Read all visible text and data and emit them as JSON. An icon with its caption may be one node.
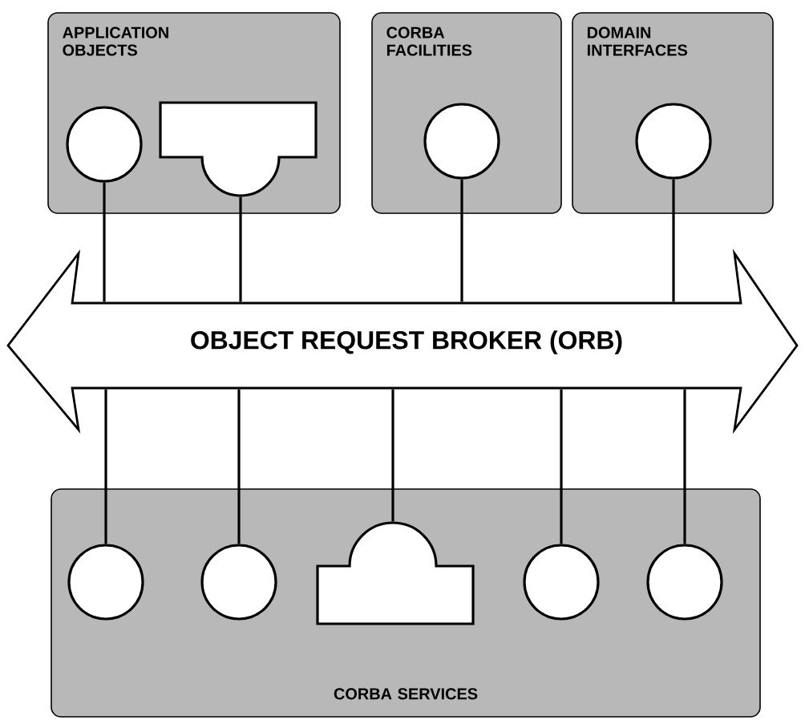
{
  "diagram": {
    "nodes": [
      {
        "text": [
          "APPLICATION OBJECTS"
        ]
      },
      {
        "text": [],
        "shape": "circle",
        "in": 0
      },
      {
        "text": [],
        "shape": "box",
        "in": 0
      },
      {
        "text": [
          "CORBA FACILITIES"
        ]
      },
      {
        "text": [],
        "shape": "circle",
        "in": 3
      },
      {
        "text": [
          "DOMAIN INTERFACES"
        ]
      },
      {
        "text": [],
        "shape": "circle",
        "in": 5
      },
      {
        "text": [
          "OBJECT REQUEST BROKER (ORB)"
        ]
      },
      {
        "text": [
          "CORBA SERVICES"
        ]
      },
      {
        "text": [],
        "shape": "circle",
        "in": 8
      },
      {
        "text": [],
        "shape": "circle",
        "in": 8
      },
      {
        "text": [],
        "shape": "box",
        "in": 8
      },
      {
        "text": [],
        "shape": "circle",
        "in": 8
      },
      {
        "text": [],
        "shape": "circle",
        "in": 8
      }
    ],
    "edges": [
      {
        "from": 1,
        "to": 7,
        "arrow": "none"
      },
      {
        "from": 2,
        "to": 7,
        "arrow": "none"
      },
      {
        "from": 4,
        "to": 7,
        "arrow": "none"
      },
      {
        "from": 6,
        "to": 7,
        "arrow": "none"
      },
      {
        "from": 7,
        "to": 9,
        "arrow": "none"
      },
      {
        "from": 7,
        "to": 10,
        "arrow": "none"
      },
      {
        "from": 7,
        "to": 11,
        "arrow": "none"
      },
      {
        "from": 7,
        "to": 12,
        "arrow": "none"
      },
      {
        "from": 7,
        "to": 13,
        "arrow": "none"
      }
    ]
  }
}
